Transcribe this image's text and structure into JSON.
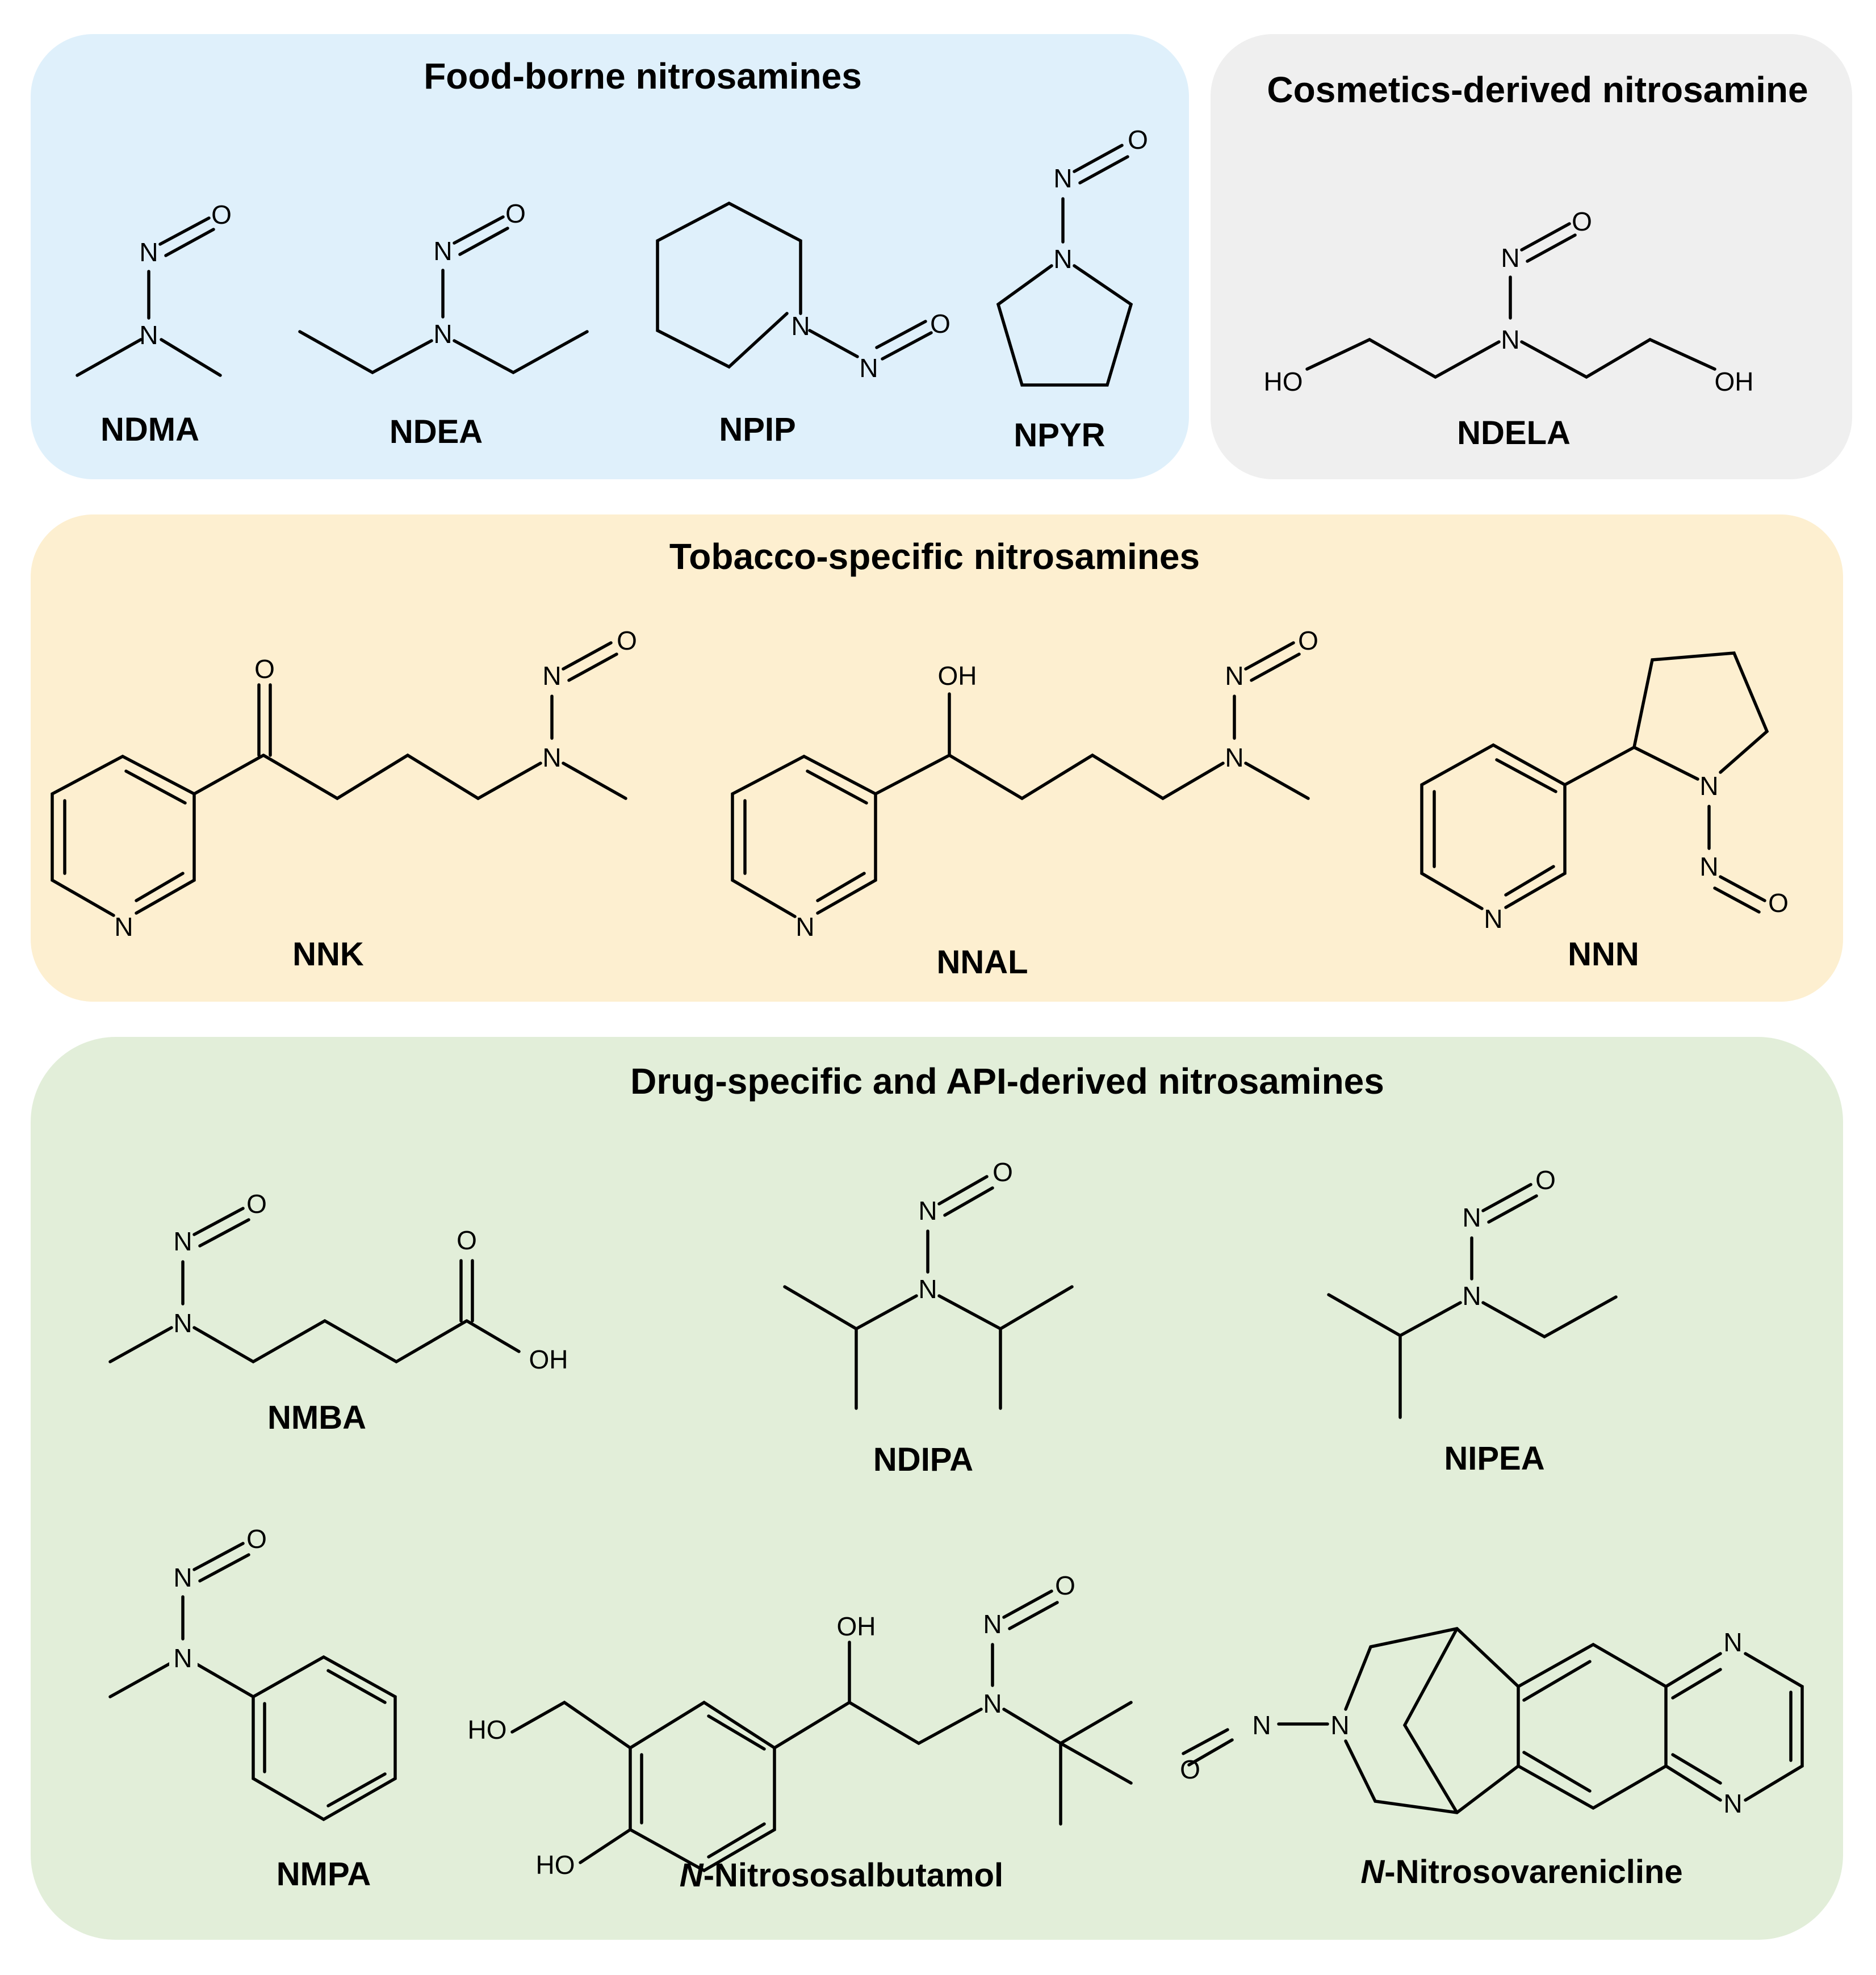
{
  "colors": {
    "food": "#dff0fb",
    "cosmetics": "#efefef",
    "tobacco": "#fdefd0",
    "drug": "#e2eed9"
  },
  "panels": {
    "food": {
      "title": "Food-borne nitrosamines",
      "molecules": {
        "ndma": "NDMA",
        "ndea": "NDEA",
        "npip": "NPIP",
        "npyr": "NPYR"
      }
    },
    "cosmetics": {
      "title": "Cosmetics-derived nitrosamine",
      "molecules": {
        "ndela": "NDELA"
      }
    },
    "tobacco": {
      "title": "Tobacco-specific nitrosamines",
      "molecules": {
        "nnk": "NNK",
        "nnal": "NNAL",
        "nnn": "NNN"
      }
    },
    "drug": {
      "title": "Drug-specific and API-derived nitrosamines",
      "molecules": {
        "nmba": "NMBA",
        "ndipa": "NDIPA",
        "nipea": "NIPEA",
        "nmpa": "NMPA",
        "salbutamol_prefix": "N",
        "salbutamol_name": "-Nitrososalbutamol",
        "varenicline_prefix": "N",
        "varenicline_name": "-Nitrosovarenicline"
      }
    }
  },
  "atoms": {
    "N": "N",
    "O": "O",
    "OH": "OH",
    "HO": "HO"
  }
}
